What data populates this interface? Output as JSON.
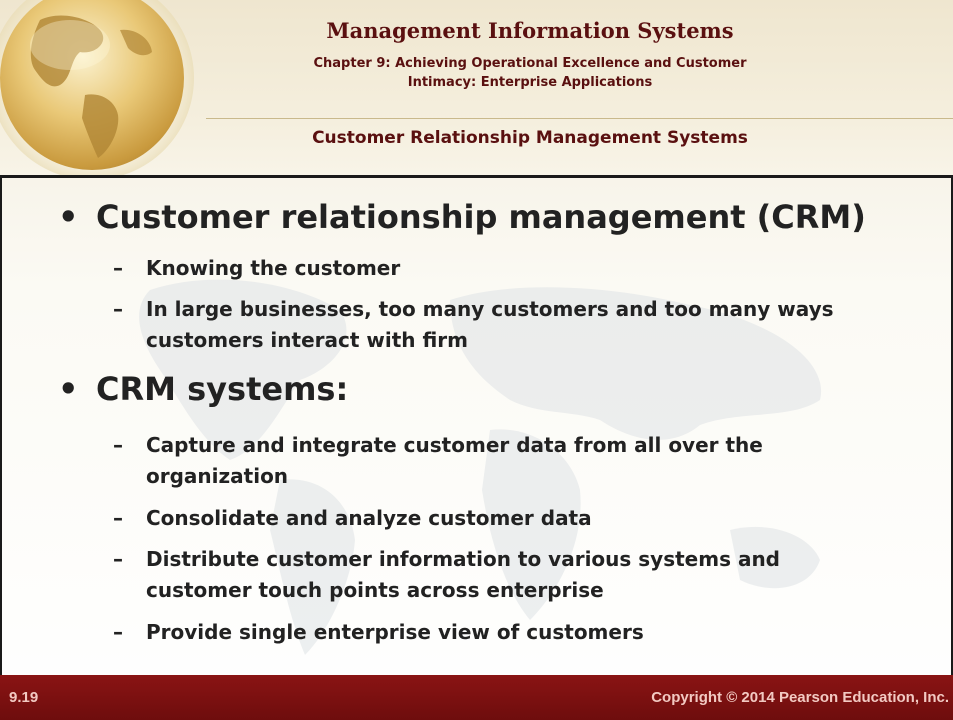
{
  "header": {
    "title": "Management Information Systems",
    "chapter_line1": "Chapter 9: Achieving Operational Excellence and Customer",
    "chapter_line2": "Intimacy: Enterprise Applications",
    "section": "Customer Relationship Management Systems"
  },
  "bullets": [
    {
      "text": "Customer relationship management (CRM)",
      "subs": [
        "Knowing the customer",
        "In large businesses, too many customers and too many ways customers interact with firm"
      ]
    },
    {
      "text": "CRM systems:",
      "subs": [
        "Capture and integrate customer data from all over the organization",
        "Consolidate and analyze customer data",
        "Distribute customer information to various systems and customer touch points across enterprise",
        "Provide single enterprise view of customers"
      ]
    }
  ],
  "footer": {
    "slide_number": "9.19",
    "copyright": "Copyright © 2014 Pearson Education, Inc."
  }
}
